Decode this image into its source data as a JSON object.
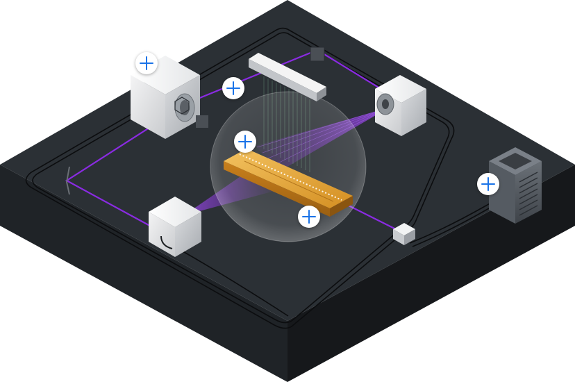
{
  "scene": {
    "colors": {
      "platform_top": "#2b3035",
      "platform_side_left": "#1e2226",
      "platform_side_right": "#17191c",
      "laser": "#8a2be2",
      "chip": "#e0a030",
      "hotspot_accent": "#1a73e8"
    },
    "components": [
      "laser-module",
      "optical-modulator-bar",
      "beam-camera-module",
      "trap-chip",
      "photodetector-module",
      "control-electronics-rack",
      "fiber-coupler"
    ]
  },
  "hotspots": [
    {
      "id": "laser-module",
      "icon": "plus-icon"
    },
    {
      "id": "optical-modulator",
      "icon": "plus-icon"
    },
    {
      "id": "vacuum-chamber",
      "icon": "plus-icon"
    },
    {
      "id": "trap-chip",
      "icon": "plus-icon"
    },
    {
      "id": "control-rack",
      "icon": "plus-icon"
    }
  ]
}
